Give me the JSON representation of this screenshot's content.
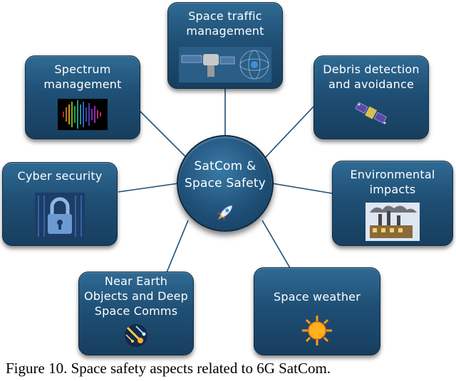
{
  "center": {
    "label": "SatCom &\nSpace Safety",
    "icon": "rocket-icon"
  },
  "nodes": {
    "traffic": {
      "label": "Space traffic\nmanagement",
      "icon": "satellite-orbits-icon"
    },
    "spectrum": {
      "label": "Spectrum\nmanagement",
      "icon": "spectrum-waveform-icon"
    },
    "debris": {
      "label": "Debris detection\nand avoidance",
      "icon": "debris-satellite-icon"
    },
    "cyber": {
      "label": "Cyber security",
      "icon": "padlock-icon"
    },
    "environment": {
      "label": "Environmental\nimpacts",
      "icon": "factory-smoke-icon"
    },
    "neo": {
      "label": "Near Earth\nObjects and Deep\nSpace Comms",
      "icon": "meteors-icon"
    },
    "weather": {
      "label": "Space weather",
      "icon": "sun-icon"
    }
  },
  "caption": "Figure 10. Space safety aspects related to 6G SatCom.",
  "colors": {
    "box": "#1f4f75",
    "connector": "#1f4f75",
    "text": "#ffffff"
  }
}
